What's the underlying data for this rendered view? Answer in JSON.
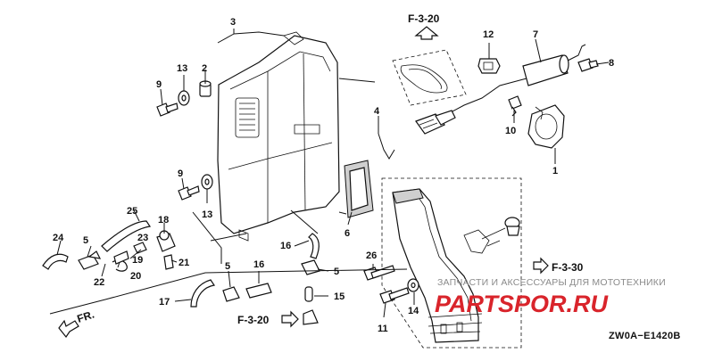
{
  "diagram": {
    "callouts": [
      "1",
      "2",
      "3",
      "4",
      "5",
      "5",
      "5",
      "6",
      "7",
      "8",
      "9",
      "9",
      "10",
      "11",
      "12",
      "13",
      "13",
      "14",
      "15",
      "16",
      "16",
      "17",
      "18",
      "19",
      "20",
      "21",
      "22",
      "23",
      "24",
      "25",
      "26"
    ],
    "refs": [
      "F-3-20",
      "F-3-20",
      "F-3-30"
    ],
    "direction_label": "FR.",
    "diagram_code": "ZW0A−E1420B"
  },
  "watermark": {
    "tagline": "ЗАПЧАСТИ И АКСЕССУАРЫ ДЛЯ МОТОТЕХНИКИ",
    "logo": "PARTSPOR.RU",
    "color": "#d9242b"
  }
}
